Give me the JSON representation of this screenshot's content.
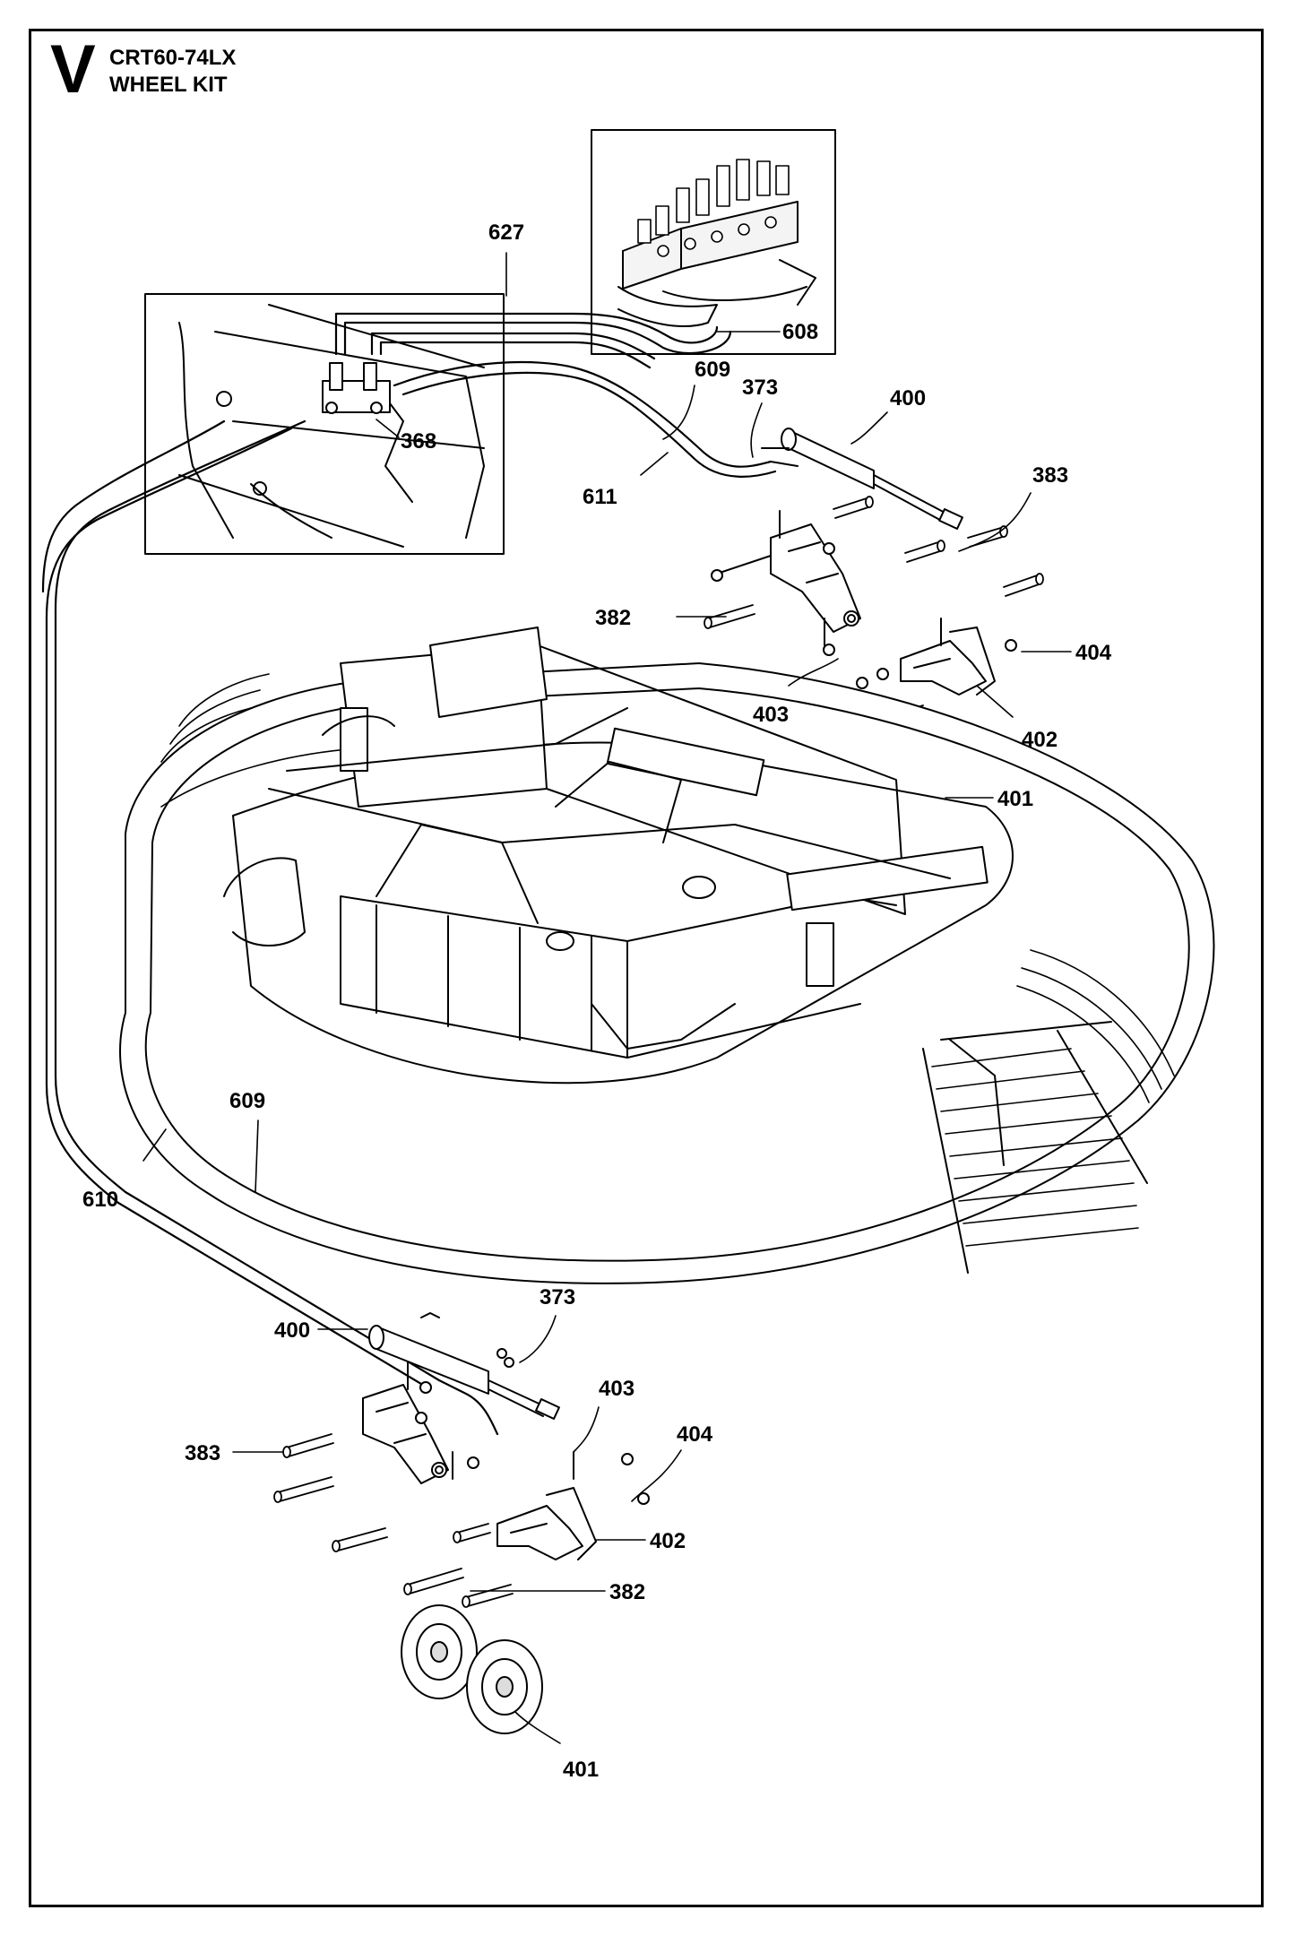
{
  "header": {
    "section_letter": "V",
    "model": "CRT60-74LX",
    "title": "WHEEL KIT"
  },
  "callouts": {
    "c627": "627",
    "c608": "608",
    "c609_top": "609",
    "c373_top": "373",
    "c400_top": "400",
    "c368": "368",
    "c611": "611",
    "c383_top": "383",
    "c382_top": "382",
    "c404_top": "404",
    "c403_top": "403",
    "c402_top": "402",
    "c401_top": "401",
    "c609_bottom": "609",
    "c610": "610",
    "c373_bottom": "373",
    "c400_bottom": "400",
    "c403_bottom": "403",
    "c404_bottom": "404",
    "c383_bottom": "383",
    "c402_bottom": "402",
    "c382_bottom": "382",
    "c401_bottom": "401"
  }
}
